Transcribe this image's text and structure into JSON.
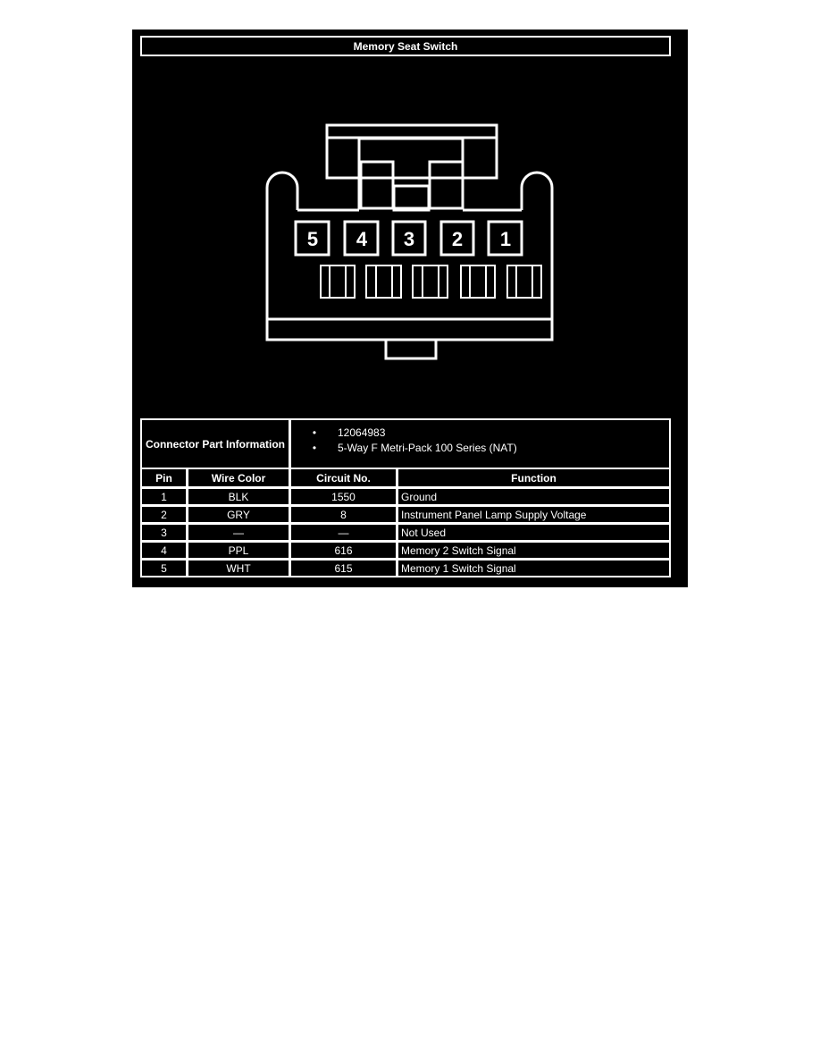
{
  "title": "Memory Seat Switch",
  "connector": {
    "pins": [
      "5",
      "4",
      "3",
      "2",
      "1"
    ]
  },
  "part_info": {
    "label": "Connector Part Information",
    "items": [
      "12064983",
      "5-Way F Metri-Pack 100 Series (NAT)"
    ]
  },
  "table": {
    "headers": [
      "Pin",
      "Wire Color",
      "Circuit No.",
      "Function"
    ],
    "rows": [
      [
        "1",
        "BLK",
        "1550",
        "Ground"
      ],
      [
        "2",
        "GRY",
        "8",
        "Instrument Panel Lamp Supply Voltage"
      ],
      [
        "3",
        "—",
        "—",
        "Not Used"
      ],
      [
        "4",
        "PPL",
        "616",
        "Memory 2 Switch Signal"
      ],
      [
        "5",
        "WHT",
        "615",
        "Memory 1 Switch Signal"
      ]
    ]
  }
}
